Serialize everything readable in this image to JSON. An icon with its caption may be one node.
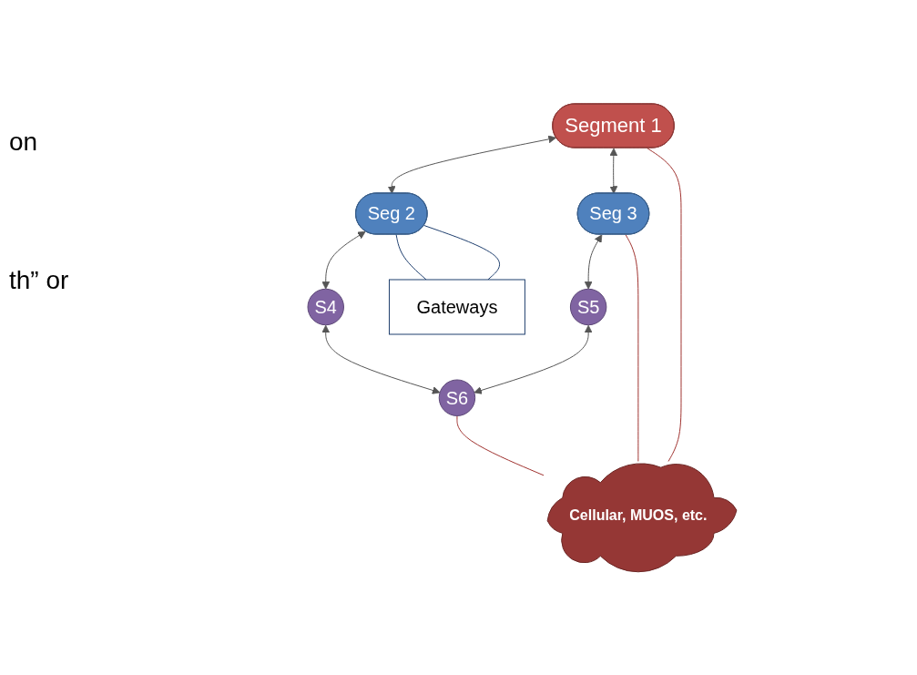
{
  "diagram": {
    "nodes": [
      {
        "text": [
          "Segment 1"
        ]
      },
      {
        "text": [
          "Seg 2"
        ]
      },
      {
        "text": [
          "Seg 3"
        ]
      },
      {
        "text": [
          "S4"
        ]
      },
      {
        "text": [
          "S5"
        ]
      },
      {
        "text": [
          "S6"
        ]
      },
      {
        "text": [
          "Gateways"
        ]
      },
      {
        "text": [
          "Cellular, MUOS, etc."
        ]
      }
    ],
    "edges": [
      {
        "from": 0,
        "to": 1,
        "arrow": "both"
      },
      {
        "from": 0,
        "to": 2,
        "arrow": "both"
      },
      {
        "from": 1,
        "to": 3,
        "arrow": "both"
      },
      {
        "from": 2,
        "to": 4,
        "arrow": "both"
      },
      {
        "from": 3,
        "to": 5,
        "arrow": "both"
      },
      {
        "from": 4,
        "to": 5,
        "arrow": "both"
      },
      {
        "from": 6,
        "to": 1,
        "arrow": "none",
        "color": "#1f3f6e"
      },
      {
        "from": 6,
        "to": 1,
        "arrow": "none",
        "color": "#1f3f6e"
      },
      {
        "from": 0,
        "to": 7,
        "arrow": "none",
        "color": "#a0322f"
      },
      {
        "from": 2,
        "to": 7,
        "arrow": "none",
        "color": "#a0322f"
      },
      {
        "from": 5,
        "to": 7,
        "arrow": "none",
        "color": "#a0322f"
      }
    ],
    "labels": [
      "on",
      "th” or"
    ]
  }
}
